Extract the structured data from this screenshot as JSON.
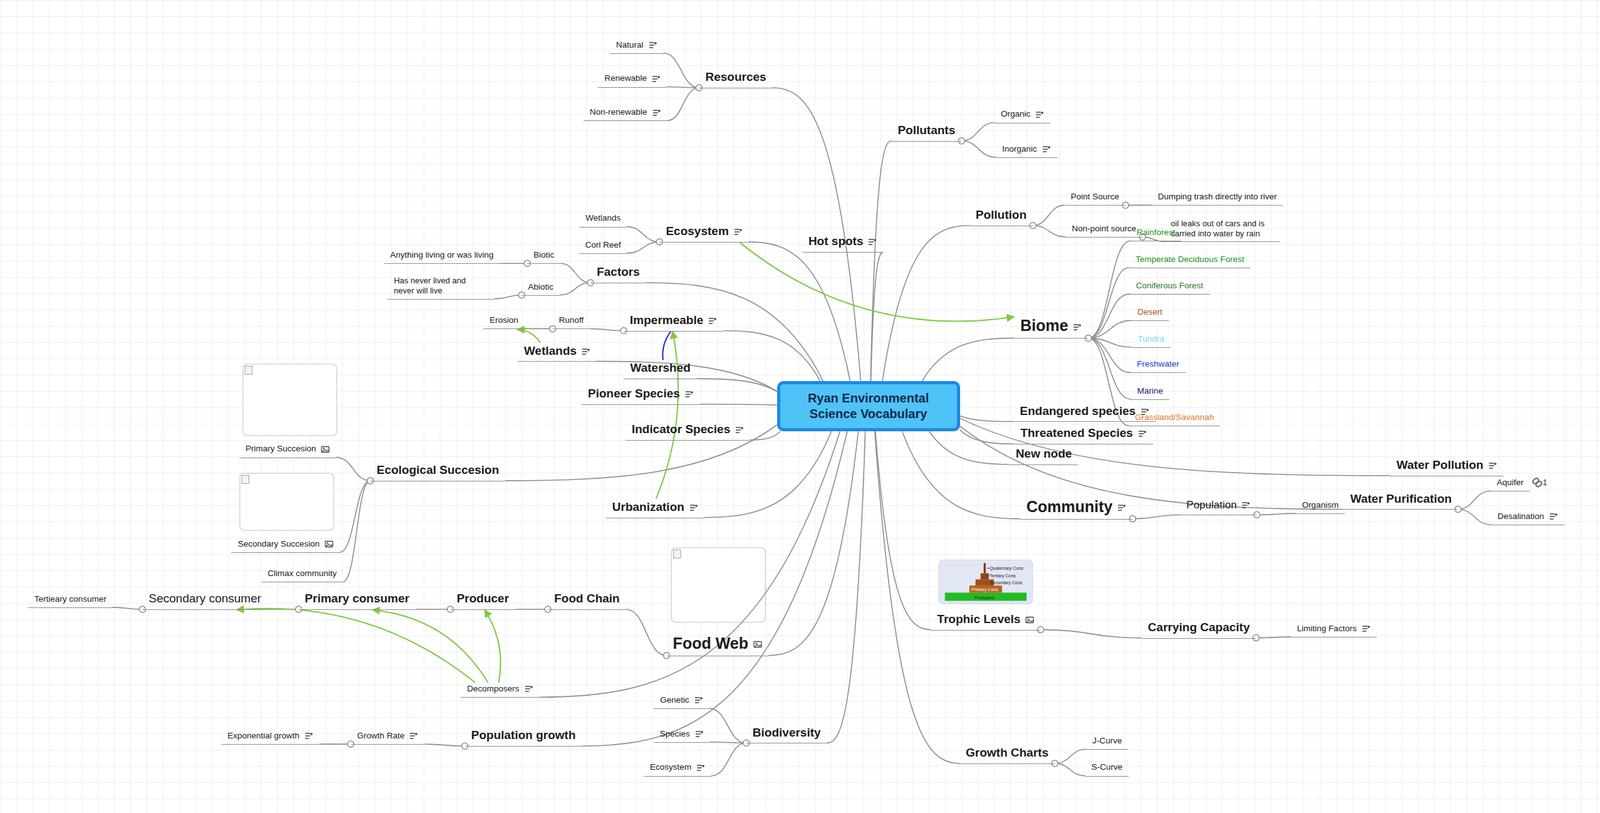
{
  "diagram": {
    "nodes": [
      {
        "text": [
          "Ryan Environmental Science Vocabulary"
        ]
      },
      {
        "text": [
          "Resources"
        ]
      },
      {
        "text": [
          "Natural"
        ]
      },
      {
        "text": [
          "Renewable"
        ]
      },
      {
        "text": [
          "Non-renewable"
        ]
      },
      {
        "text": [
          "Pollutants"
        ]
      },
      {
        "text": [
          "Organic"
        ]
      },
      {
        "text": [
          "Inorganic"
        ]
      },
      {
        "text": [
          "Pollution"
        ]
      },
      {
        "text": [
          "Point Source"
        ]
      },
      {
        "text": [
          "Dumping trash directly into river"
        ]
      },
      {
        "text": [
          "Non-point source"
        ]
      },
      {
        "text": [
          "oil leaks out of cars and is carried into water by rain"
        ]
      },
      {
        "text": [
          "Hot spots"
        ]
      },
      {
        "text": [
          "Ecosystem"
        ]
      },
      {
        "text": [
          "Wetlands"
        ]
      },
      {
        "text": [
          "Corl Reef"
        ]
      },
      {
        "text": [
          "Factors"
        ]
      },
      {
        "text": [
          "Biotic"
        ]
      },
      {
        "text": [
          "Anything living or was living"
        ]
      },
      {
        "text": [
          "Abiotic"
        ]
      },
      {
        "text": [
          "Has never lived and never will live"
        ]
      },
      {
        "text": [
          "Impermeable"
        ]
      },
      {
        "text": [
          "Runoff"
        ]
      },
      {
        "text": [
          "Erosion"
        ]
      },
      {
        "text": [
          "Wetlands"
        ]
      },
      {
        "text": [
          "Watershed"
        ]
      },
      {
        "text": [
          "Pioneer Species"
        ]
      },
      {
        "text": [
          "Indicator Species"
        ]
      },
      {
        "text": [
          "Ecological Succesion"
        ]
      },
      {
        "text": [
          "Primary Succesion"
        ]
      },
      {
        "text": [
          "Secondary Succesion"
        ]
      },
      {
        "text": [
          "Climax community"
        ]
      },
      {
        "text": [
          "Urbanization"
        ]
      },
      {
        "text": [
          "Food Web"
        ]
      },
      {
        "text": [
          "Food Chain"
        ]
      },
      {
        "text": [
          "Producer"
        ]
      },
      {
        "text": [
          "Primary consumer"
        ]
      },
      {
        "text": [
          "Secondary consumer"
        ]
      },
      {
        "text": [
          "Tertieary consumer"
        ]
      },
      {
        "text": [
          "Decomposers"
        ]
      },
      {
        "text": [
          "Population growth"
        ]
      },
      {
        "text": [
          "Growth Rate"
        ]
      },
      {
        "text": [
          "Exponential growth"
        ]
      },
      {
        "text": [
          "Biodiversity"
        ]
      },
      {
        "text": [
          "Genetic"
        ]
      },
      {
        "text": [
          "Species"
        ]
      },
      {
        "text": [
          "Ecosystem"
        ]
      },
      {
        "text": [
          "Growth Charts"
        ]
      },
      {
        "text": [
          "J-Curve"
        ]
      },
      {
        "text": [
          "S-Curve"
        ]
      },
      {
        "text": [
          "Trophic Levels"
        ]
      },
      {
        "text": [
          "Carrying Capacity"
        ]
      },
      {
        "text": [
          "Limiting Factors"
        ]
      },
      {
        "text": [
          "Community"
        ]
      },
      {
        "text": [
          "Population"
        ]
      },
      {
        "text": [
          "Organism"
        ]
      },
      {
        "text": [
          "Water Purification"
        ]
      },
      {
        "text": [
          "Aquifer"
        ]
      },
      {
        "text": [
          "Desalination"
        ]
      },
      {
        "text": [
          "Water Pollution"
        ]
      },
      {
        "text": [
          "New node"
        ]
      },
      {
        "text": [
          "Threatened Species"
        ]
      },
      {
        "text": [
          "Endangered species"
        ]
      },
      {
        "text": [
          "Biome"
        ]
      },
      {
        "text": [
          "Rainforest"
        ]
      },
      {
        "text": [
          "Temperate Deciduous Forest"
        ]
      },
      {
        "text": [
          "Coniferous Forest"
        ]
      },
      {
        "text": [
          "Desert"
        ]
      },
      {
        "text": [
          "Tundra"
        ]
      },
      {
        "text": [
          "Freshwater"
        ]
      },
      {
        "text": [
          "Marine"
        ]
      },
      {
        "text": [
          "Grassland/Savannah"
        ]
      }
    ],
    "edges": [
      {
        "from": 0,
        "to": 1,
        "arrow": "none"
      },
      {
        "from": 1,
        "to": 2,
        "arrow": "none"
      },
      {
        "from": 1,
        "to": 3,
        "arrow": "none"
      },
      {
        "from": 1,
        "to": 4,
        "arrow": "none"
      },
      {
        "from": 0,
        "to": 5,
        "arrow": "none"
      },
      {
        "from": 5,
        "to": 6,
        "arrow": "none"
      },
      {
        "from": 5,
        "to": 7,
        "arrow": "none"
      },
      {
        "from": 0,
        "to": 8,
        "arrow": "none"
      },
      {
        "from": 8,
        "to": 9,
        "arrow": "none"
      },
      {
        "from": 9,
        "to": 10,
        "arrow": "none"
      },
      {
        "from": 8,
        "to": 11,
        "arrow": "none"
      },
      {
        "from": 11,
        "to": 12,
        "arrow": "none"
      },
      {
        "from": 0,
        "to": 13,
        "arrow": "none"
      },
      {
        "from": 0,
        "to": 14,
        "arrow": "none"
      },
      {
        "from": 14,
        "to": 15,
        "arrow": "none"
      },
      {
        "from": 14,
        "to": 16,
        "arrow": "none"
      },
      {
        "from": 0,
        "to": 17,
        "arrow": "none"
      },
      {
        "from": 17,
        "to": 18,
        "arrow": "none"
      },
      {
        "from": 18,
        "to": 19,
        "arrow": "none"
      },
      {
        "from": 17,
        "to": 20,
        "arrow": "none"
      },
      {
        "from": 20,
        "to": 21,
        "arrow": "none"
      },
      {
        "from": 0,
        "to": 22,
        "arrow": "none"
      },
      {
        "from": 22,
        "to": 23,
        "arrow": "none"
      },
      {
        "from": 23,
        "to": 24,
        "arrow": "none"
      },
      {
        "from": 0,
        "to": 25,
        "arrow": "none"
      },
      {
        "from": 0,
        "to": 26,
        "arrow": "none"
      },
      {
        "from": 0,
        "to": 27,
        "arrow": "none"
      },
      {
        "from": 0,
        "to": 28,
        "arrow": "none"
      },
      {
        "from": 0,
        "to": 29,
        "arrow": "none"
      },
      {
        "from": 29,
        "to": 30,
        "arrow": "none"
      },
      {
        "from": 29,
        "to": 31,
        "arrow": "none"
      },
      {
        "from": 29,
        "to": 32,
        "arrow": "none"
      },
      {
        "from": 0,
        "to": 33,
        "arrow": "none"
      },
      {
        "from": 0,
        "to": 34,
        "arrow": "none"
      },
      {
        "from": 34,
        "to": 35,
        "arrow": "none"
      },
      {
        "from": 35,
        "to": 36,
        "arrow": "none"
      },
      {
        "from": 36,
        "to": 37,
        "arrow": "none"
      },
      {
        "from": 37,
        "to": 38,
        "arrow": "none"
      },
      {
        "from": 38,
        "to": 39,
        "arrow": "none"
      },
      {
        "from": 0,
        "to": 40,
        "arrow": "none"
      },
      {
        "from": 0,
        "to": 41,
        "arrow": "none"
      },
      {
        "from": 41,
        "to": 42,
        "arrow": "none"
      },
      {
        "from": 42,
        "to": 43,
        "arrow": "none"
      },
      {
        "from": 0,
        "to": 44,
        "arrow": "none"
      },
      {
        "from": 44,
        "to": 45,
        "arrow": "none"
      },
      {
        "from": 44,
        "to": 46,
        "arrow": "none"
      },
      {
        "from": 44,
        "to": 47,
        "arrow": "none"
      },
      {
        "from": 0,
        "to": 48,
        "arrow": "none"
      },
      {
        "from": 48,
        "to": 49,
        "arrow": "none"
      },
      {
        "from": 48,
        "to": 50,
        "arrow": "none"
      },
      {
        "from": 0,
        "to": 51,
        "arrow": "none"
      },
      {
        "from": 51,
        "to": 52,
        "arrow": "none"
      },
      {
        "from": 52,
        "to": 53,
        "arrow": "none"
      },
      {
        "from": 0,
        "to": 54,
        "arrow": "none"
      },
      {
        "from": 54,
        "to": 55,
        "arrow": "none"
      },
      {
        "from": 55,
        "to": 56,
        "arrow": "none"
      },
      {
        "from": 0,
        "to": 57,
        "arrow": "none"
      },
      {
        "from": 57,
        "to": 58,
        "arrow": "none"
      },
      {
        "from": 57,
        "to": 59,
        "arrow": "none"
      },
      {
        "from": 0,
        "to": 60,
        "arrow": "none"
      },
      {
        "from": 0,
        "to": 61,
        "arrow": "none"
      },
      {
        "from": 0,
        "to": 62,
        "arrow": "none"
      },
      {
        "from": 0,
        "to": 63,
        "arrow": "none"
      },
      {
        "from": 0,
        "to": 64,
        "arrow": "none"
      },
      {
        "from": 64,
        "to": 65,
        "arrow": "none"
      },
      {
        "from": 64,
        "to": 66,
        "arrow": "none"
      },
      {
        "from": 64,
        "to": 67,
        "arrow": "none"
      },
      {
        "from": 64,
        "to": 68,
        "arrow": "none"
      },
      {
        "from": 64,
        "to": 69,
        "arrow": "none"
      },
      {
        "from": 64,
        "to": 70,
        "arrow": "none"
      },
      {
        "from": 64,
        "to": 71,
        "arrow": "none"
      },
      {
        "from": 64,
        "to": 72,
        "arrow": "none"
      },
      {
        "from": 14,
        "to": 64,
        "arrow": "to"
      },
      {
        "from": 33,
        "to": 22,
        "arrow": "to"
      },
      {
        "from": 25,
        "to": 24,
        "arrow": "to"
      },
      {
        "from": 22,
        "to": 26,
        "arrow": "none"
      },
      {
        "from": 40,
        "to": 36,
        "arrow": "to"
      },
      {
        "from": 40,
        "to": 37,
        "arrow": "to"
      },
      {
        "from": 40,
        "to": 38,
        "arrow": "to"
      }
    ],
    "labels": [
      "Quaternary Cons",
      "Tertiary Cons",
      "Secondary Cons",
      "Primary Cons",
      "Producers",
      "1"
    ]
  }
}
